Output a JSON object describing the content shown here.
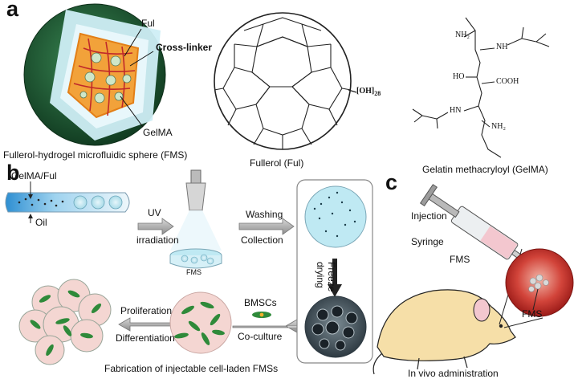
{
  "panel_a": {
    "letter": "a",
    "sphere": {
      "label_ful": "Ful",
      "label_crosslinker": "Cross-linker",
      "label_gelma": "GelMA",
      "caption": "Fullerol-hydrogel microfluidic sphere (FMS)"
    },
    "fullerol": {
      "subscript_label": "[OH]",
      "subscript_n": "28",
      "caption": "Fullerol (Ful)"
    },
    "gelma": {
      "nh2_top": "NH₂",
      "nh_top": "NH",
      "ho": "HO",
      "cooh": "COOH",
      "nh_bottom": "HN",
      "nh2_bottom": "NH₂",
      "caption": "Gelatin methacryloyl (GelMA)"
    }
  },
  "panel_b": {
    "letter": "b",
    "gelma_ful": "GelMA/Ful",
    "oil": "Oil",
    "uv_1": "UV",
    "uv_2": "irradiation",
    "fms": "FMS",
    "washing": "Washing",
    "collection": "Collection",
    "freeze_1": "Freeze",
    "freeze_2": "drying",
    "bmscs": "BMSCs",
    "coculture": "Co-culture",
    "proliferation": "Proliferation",
    "differentiation": "Differentiation",
    "caption": "Fabrication of injectable cell-laden FMSs"
  },
  "panel_c": {
    "letter": "c",
    "injection": "Injection",
    "syringe": "Syringe",
    "fms_syringe": "FMS",
    "fms_zoom": "FMS",
    "caption": "In vivo administration"
  },
  "colors": {
    "sphere_dark": "#1f5a35",
    "hydrogel": "#bfe6f0",
    "core": "#f2a23a",
    "crosslink": "#c0282a",
    "arrow_gray": "#9a9a9a",
    "petri_cyan": "#bfe9f3",
    "tissue_red": "#c8322a",
    "mouse_body": "#f6dfa8",
    "cell_green": "#2f8a3a"
  }
}
